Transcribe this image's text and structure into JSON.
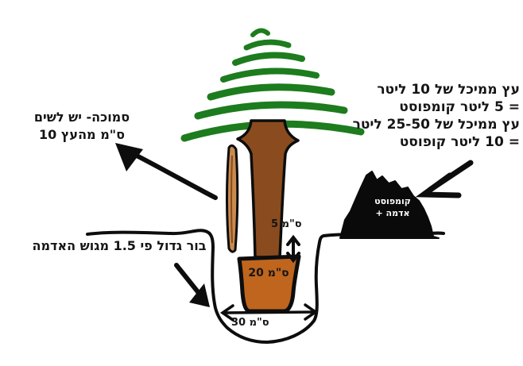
{
  "diagram": {
    "title_hint": "tree planting instructions sketch",
    "labels": {
      "container_note": {
        "line1": "עץ ממיכל של 10 ליטר",
        "line2": "= 5 ליטר קומפוסט",
        "line3": "עץ ממיכל של 25-50 ליטר",
        "line4": "= 10 ליטר קופוסט"
      },
      "stake_note": {
        "line1": "סמוכה- יש לשים",
        "line2": "10 ס\"מ מהעץ"
      },
      "hole_note": "בור גדול פי 1.5 מגוש האדמה",
      "gap_measure": "5 ס\"מ",
      "rootball_measure": "20 ס\"מ",
      "hole_width_measure": "30 ס\"מ",
      "mound": {
        "line1": "קומפוסט",
        "line2": "אדמה +"
      }
    },
    "measurements": {
      "rootball_above_ground_cm": 5,
      "rootball_height_cm": 20,
      "hole_bottom_width_cm": 30,
      "hole_size_factor_vs_rootball": 1.5,
      "compost_for_10_liter_container_liters": 5,
      "compost_for_25_50_liter_container_liters": 10
    },
    "colors": {
      "background": "#ffffff",
      "ink": "#0d0d0d",
      "tree_green": "#1d7c1d",
      "trunk_brown": "#8a4c1e",
      "pot_orange": "#bf651d",
      "stake_tan": "#c98a4e",
      "stake_core": "#8a4c1e",
      "mound_black": "#0a0a0a",
      "mound_text": "#ffffff"
    }
  }
}
